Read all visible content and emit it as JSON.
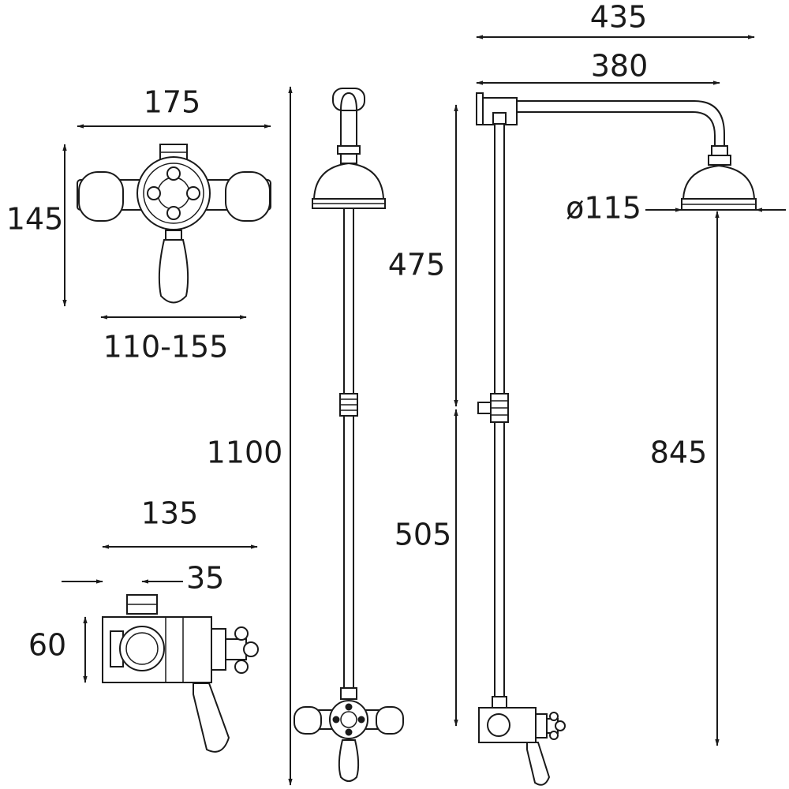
{
  "dimensions": {
    "valve_front_width": "175",
    "valve_front_height": "145",
    "valve_centres": "110-155",
    "valve_side_depth": "135",
    "valve_side_offset": "35",
    "valve_side_height": "60",
    "overall_height": "1100",
    "overall_projection": "435",
    "arm_projection": "380",
    "head_diameter": "ø115",
    "riser_upper": "475",
    "riser_lower": "505",
    "head_height": "845"
  },
  "colors": {
    "line": "#1a1a1a",
    "background": "#ffffff"
  }
}
